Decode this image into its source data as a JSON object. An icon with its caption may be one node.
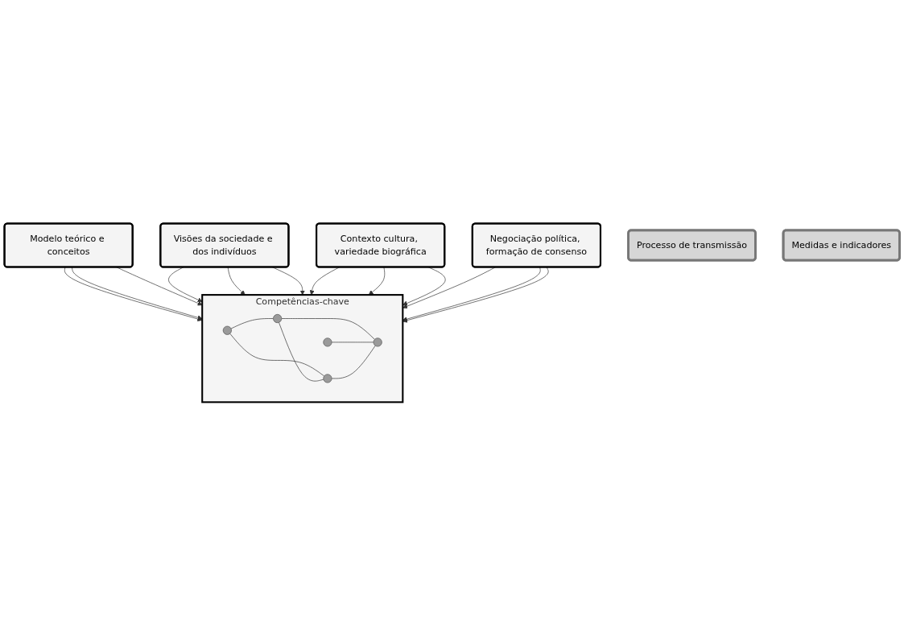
{
  "diagram": {
    "nodes": [
      {
        "text": [
          "Modelo teórico e conceitos"
        ]
      },
      {
        "text": [
          "Visões da sociedade e dos indivíduos"
        ]
      },
      {
        "text": [
          "Competências-chave"
        ]
      },
      {
        "text": [],
        "shape": "circle",
        "in": 2
      },
      {
        "text": [],
        "shape": "circle",
        "in": 2
      },
      {
        "text": [],
        "shape": "circle",
        "in": 2
      },
      {
        "text": [],
        "shape": "circle",
        "in": 2
      },
      {
        "text": [],
        "shape": "circle",
        "in": 2
      },
      {
        "text": [
          "Contexto cultura, variedade biográfica"
        ]
      },
      {
        "text": [
          "Negociação política, formação de consenso"
        ]
      },
      {
        "text": [
          "Processo de transmissão"
        ]
      },
      {
        "text": [
          "Medidas e indicadores"
        ]
      }
    ],
    "edges": [
      {
        "from": 0,
        "to": 2,
        "arrow": "to"
      },
      {
        "from": 0,
        "to": 2,
        "arrow": "to"
      },
      {
        "from": 0,
        "to": 2,
        "arrow": "to"
      },
      {
        "from": 1,
        "to": 2,
        "arrow": "to"
      },
      {
        "from": 1,
        "to": 2,
        "arrow": "to"
      },
      {
        "from": 1,
        "to": 2,
        "arrow": "to"
      },
      {
        "from": 8,
        "to": 2,
        "arrow": "to"
      },
      {
        "from": 8,
        "to": 2,
        "arrow": "to"
      },
      {
        "from": 8,
        "to": 2,
        "arrow": "to"
      },
      {
        "from": 9,
        "to": 2,
        "arrow": "to"
      },
      {
        "from": 9,
        "to": 2,
        "arrow": "to"
      },
      {
        "from": 9,
        "to": 2,
        "arrow": "to"
      },
      {
        "from": 3,
        "to": 5,
        "arrow": "none"
      },
      {
        "from": 3,
        "to": 4,
        "arrow": "none"
      },
      {
        "from": 5,
        "to": 4,
        "arrow": "none"
      },
      {
        "from": 5,
        "to": 6,
        "arrow": "none"
      },
      {
        "from": 7,
        "to": 6,
        "arrow": "none"
      },
      {
        "from": 4,
        "to": 6,
        "arrow": "none"
      }
    ]
  }
}
